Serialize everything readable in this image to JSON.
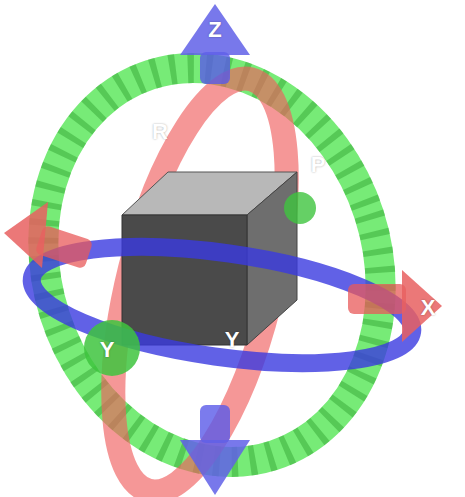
{
  "diagram": {
    "labels": [
      "Z",
      "R",
      "P",
      "X",
      "Y",
      "Y"
    ]
  }
}
